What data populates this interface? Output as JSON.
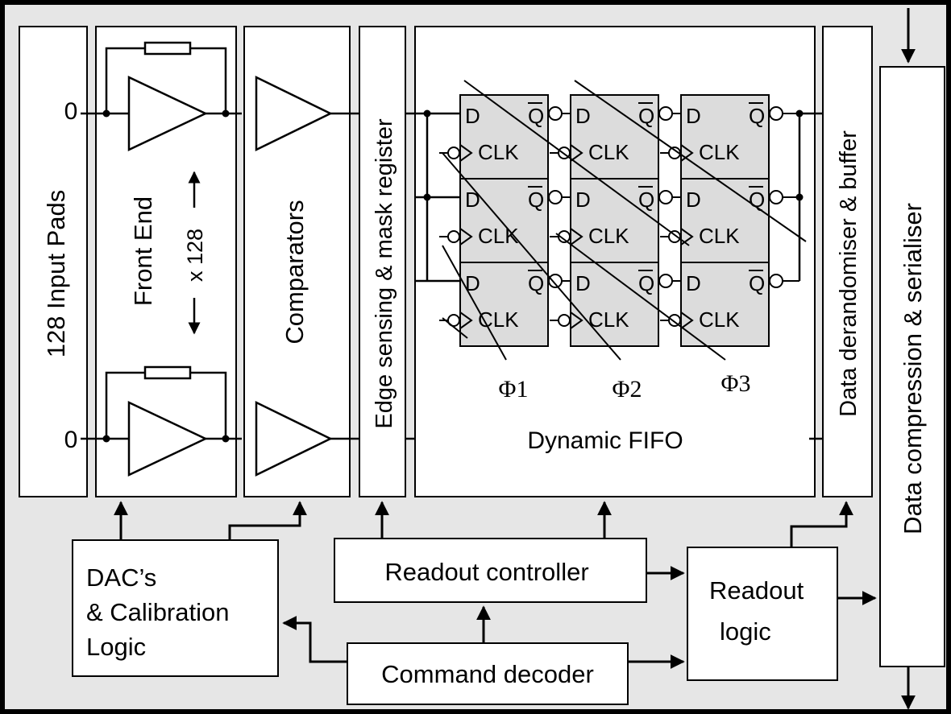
{
  "blocks": {
    "input_pads": "128 Input Pads",
    "front_end": "Front End",
    "channel_count": "x 128",
    "comparators": "Comparators",
    "edge_sensing": "Edge sensing & mask register",
    "dynamic_fifo": "Dynamic FIFO",
    "derandomiser": "Data derandomiser & buffer",
    "compression": "Data compression & serialiser",
    "dac_line1": "DAC’s",
    "dac_line2": "& Calibration",
    "dac_line3": "Logic",
    "readout_controller": "Readout controller",
    "readout_logic_line1": "Readout",
    "readout_logic_line2": "logic",
    "command_decoder": "Command decoder"
  },
  "fifo": {
    "d_label": "D",
    "q_label": "Q",
    "clk_label": "CLK",
    "phases": [
      "Φ1",
      "Φ2",
      "Φ3"
    ]
  },
  "colors": {
    "background": "#e6e6e6",
    "block_fill": "#ffffff",
    "flipflop_fill": "#dcdcdc",
    "line": "#000000"
  }
}
